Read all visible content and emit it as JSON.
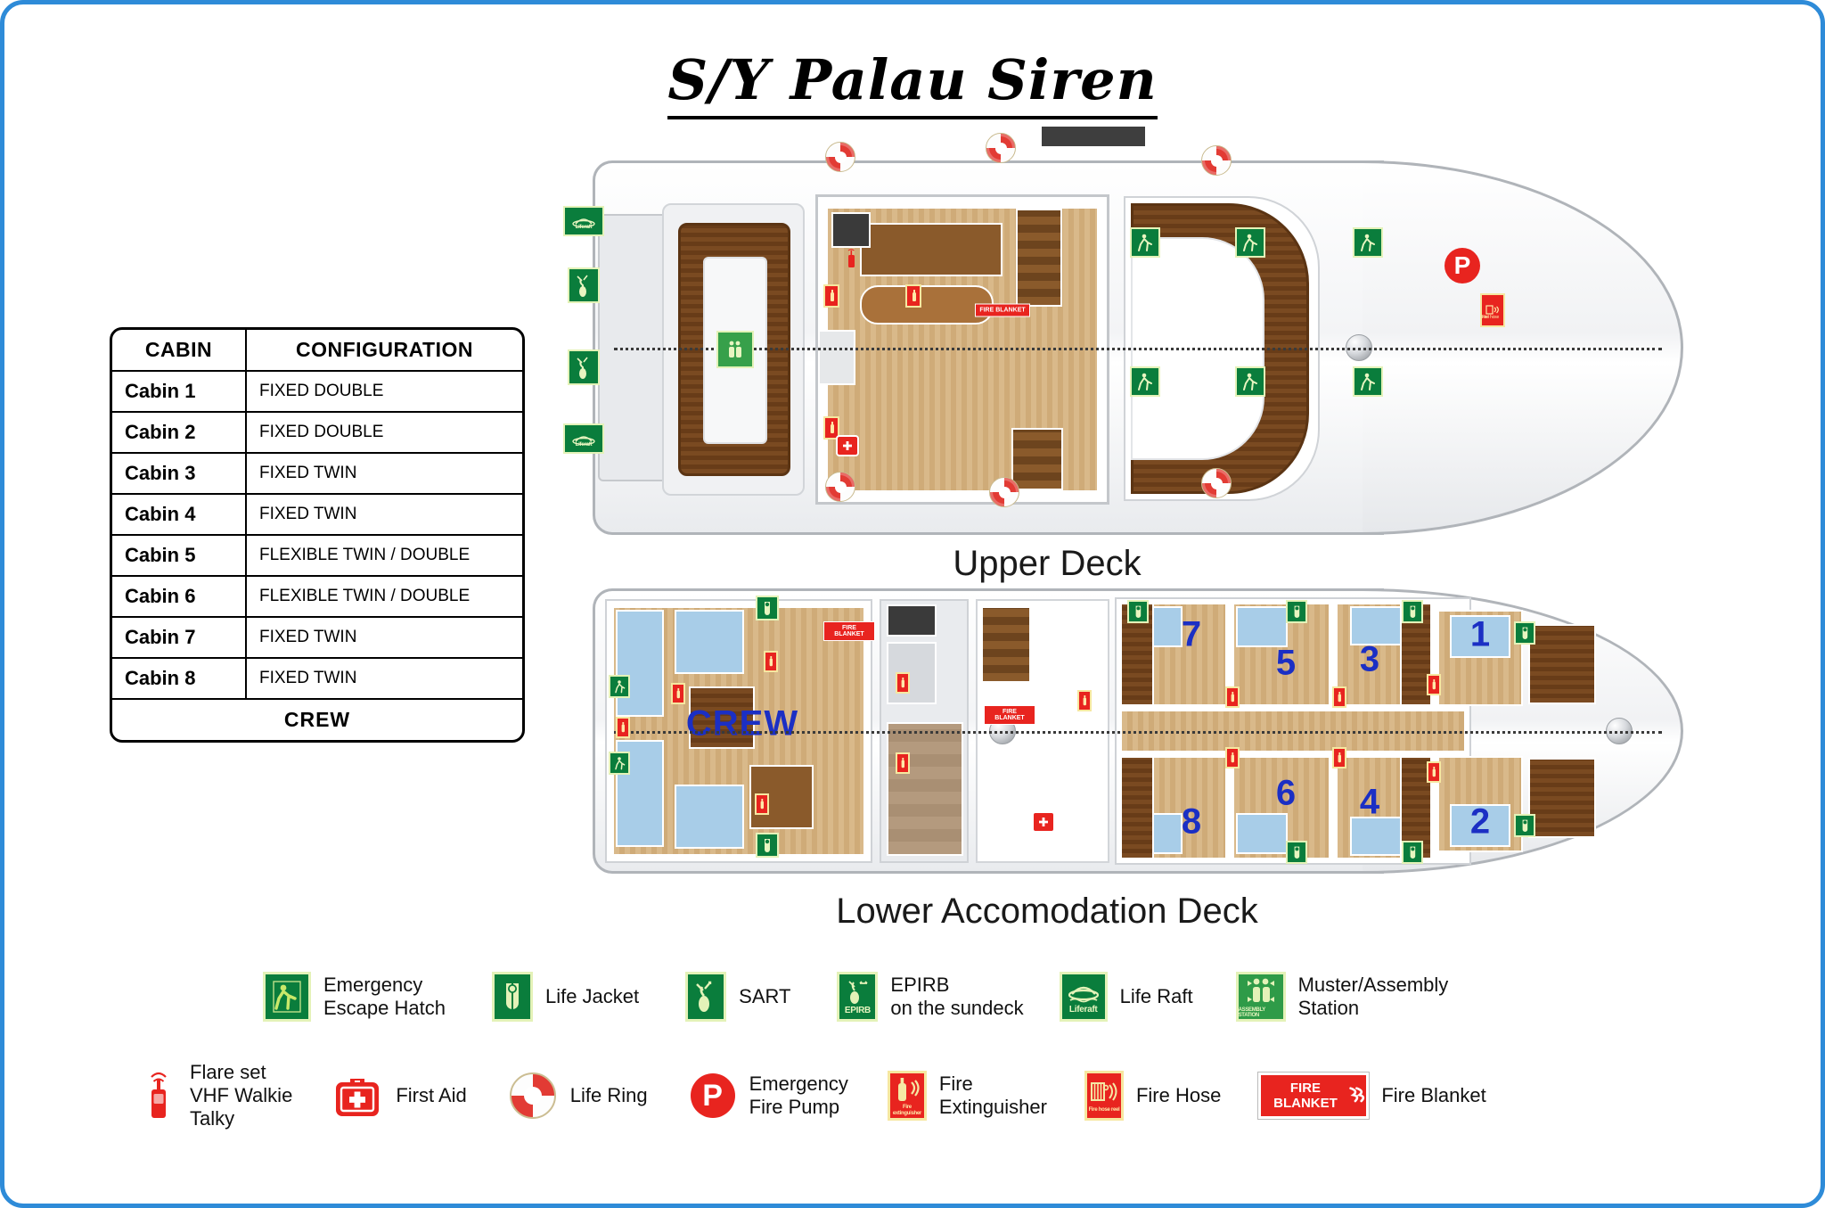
{
  "title": "S/Y Palau Siren",
  "cabin_table": {
    "headers": [
      "CABIN",
      "CONFIGURATION"
    ],
    "rows": [
      {
        "cabin": "Cabin 1",
        "configuration": "FIXED DOUBLE"
      },
      {
        "cabin": "Cabin 2",
        "configuration": "FIXED DOUBLE"
      },
      {
        "cabin": "Cabin 3",
        "configuration": "FIXED TWIN"
      },
      {
        "cabin": "Cabin 4",
        "configuration": "FIXED TWIN"
      },
      {
        "cabin": "Cabin 5",
        "configuration": "FLEXIBLE TWIN / DOUBLE"
      },
      {
        "cabin": "Cabin 6",
        "configuration": "FLEXIBLE TWIN / DOUBLE"
      },
      {
        "cabin": "Cabin 7",
        "configuration": "FIXED TWIN"
      },
      {
        "cabin": "Cabin 8",
        "configuration": "FIXED TWIN"
      }
    ],
    "footer": "CREW"
  },
  "decks": {
    "upper": {
      "label": "Upper Deck"
    },
    "lower": {
      "label": "Lower Accomodation Deck",
      "crew_label": "CREW",
      "cabin_numbers": [
        "1",
        "2",
        "3",
        "4",
        "5",
        "6",
        "7",
        "8"
      ]
    }
  },
  "sign_text": {
    "liferaft": "Liferaft",
    "epirb": "EPIRB",
    "assembly": "ASSEMBLY STATION",
    "fire_blanket": "FIRE BLANKET",
    "fire_hose_reel": "Fire hose reel",
    "fire_extinguisher": "Fire extinguisher",
    "pump_letter": "P"
  },
  "legend": {
    "row1": [
      {
        "icon": "emergency-escape-hatch-icon",
        "label": "Emergency\nEscape Hatch"
      },
      {
        "icon": "life-jacket-icon",
        "label": "Life Jacket"
      },
      {
        "icon": "sart-icon",
        "label": "SART"
      },
      {
        "icon": "epirb-icon",
        "label": "EPIRB\non the sundeck"
      },
      {
        "icon": "life-raft-icon",
        "label": "Life Raft"
      },
      {
        "icon": "muster-assembly-station-icon",
        "label": "Muster/Assembly\nStation"
      }
    ],
    "row2": [
      {
        "icon": "flare-set-vhf-walkie-talky-icon",
        "label": "Flare set\nVHF Walkie\nTalky"
      },
      {
        "icon": "first-aid-icon",
        "label": "First Aid"
      },
      {
        "icon": "life-ring-icon",
        "label": "Life Ring"
      },
      {
        "icon": "emergency-fire-pump-icon",
        "label": "Emergency\nFire Pump"
      },
      {
        "icon": "fire-extinguisher-icon",
        "label": "Fire\nExtinguisher"
      },
      {
        "icon": "fire-hose-icon",
        "label": "Fire Hose"
      },
      {
        "icon": "fire-blanket-icon",
        "label": "Fire Blanket"
      }
    ]
  },
  "colors": {
    "border_blue": "#2e8bd8",
    "safety_green": "#0a7d3c",
    "safety_red": "#e8241f",
    "cabin_number_blue": "#1b2fc4"
  }
}
